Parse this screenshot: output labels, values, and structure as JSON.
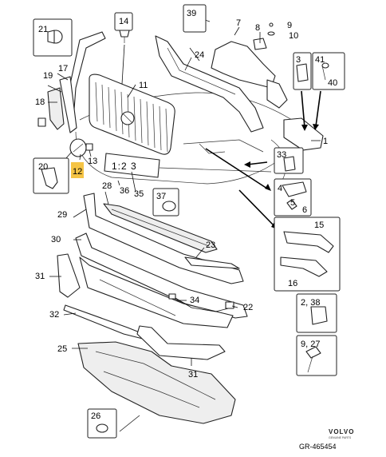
{
  "diagram": {
    "parts": {
      "p1": "1",
      "p2": "2",
      "p3": "3",
      "p4": "4",
      "p5": "5",
      "p6": "6",
      "p7": "7",
      "p8": "8",
      "p9": "9",
      "p10": "10",
      "p11": "11",
      "p12": "12",
      "p13": "13",
      "p14": "14",
      "p15": "15",
      "p16": "16",
      "p17": "17",
      "p18": "18",
      "p19": "19",
      "p20": "20",
      "p21": "21",
      "p22": "22",
      "p23": "23",
      "p24": "24",
      "p25": "25",
      "p26": "26",
      "p27": "27",
      "p28": "28",
      "p29": "29",
      "p30": "30",
      "p31a": "31",
      "p31b": "31",
      "p32": "32",
      "p33": "33",
      "p34": "34",
      "p35": "35",
      "p36": "36",
      "p37": "37",
      "p39": "39",
      "p40": "40",
      "p41": "41",
      "p2_38": "2, 38",
      "p9_27": "9, 27"
    },
    "highlight_color": "#f5c445",
    "brand": "VOLVO",
    "brand_sub": "GENUINE PARTS",
    "reference": "GR-465454"
  }
}
